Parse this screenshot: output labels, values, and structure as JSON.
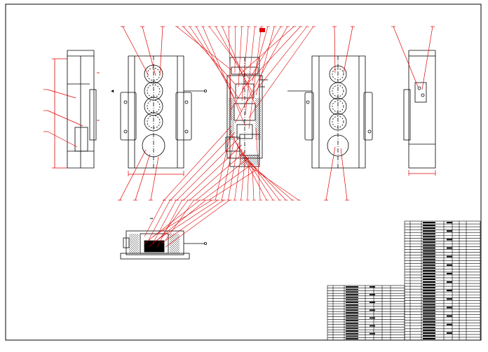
{
  "drawing": {
    "colors": {
      "paper": "#ffffff",
      "outline": "#000000",
      "leader": "#e00000",
      "hatch": "#000000"
    },
    "views": [
      {
        "id": "left-side-view",
        "leader_count": 3
      },
      {
        "id": "front-view-left",
        "leader_count": 6
      },
      {
        "id": "main-section-view",
        "leader_count": 44
      },
      {
        "id": "front-view-right",
        "leader_count": 4
      },
      {
        "id": "right-side-view",
        "leader_count": 3
      },
      {
        "id": "top-section-view",
        "leader_count": 12
      }
    ],
    "title_block": {
      "parts_list_rows": 42,
      "lower_block_rows": 21
    }
  }
}
